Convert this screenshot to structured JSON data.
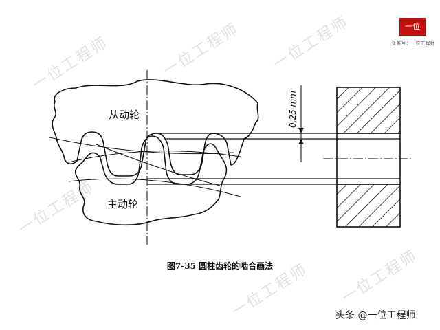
{
  "diagram": {
    "driven_gear_label": "从动轮",
    "driving_gear_label": "主动轮",
    "dimension_label": "0.25 mm"
  },
  "caption": "图7-35 圆柱齿轮的啮合画法",
  "brand": {
    "logo_text": "一位",
    "logo_sub": "头条号：一位工程师",
    "attribution": "头条 @一位工程师",
    "watermark": "一位工程师",
    "accent_color": "#c40f0f"
  }
}
